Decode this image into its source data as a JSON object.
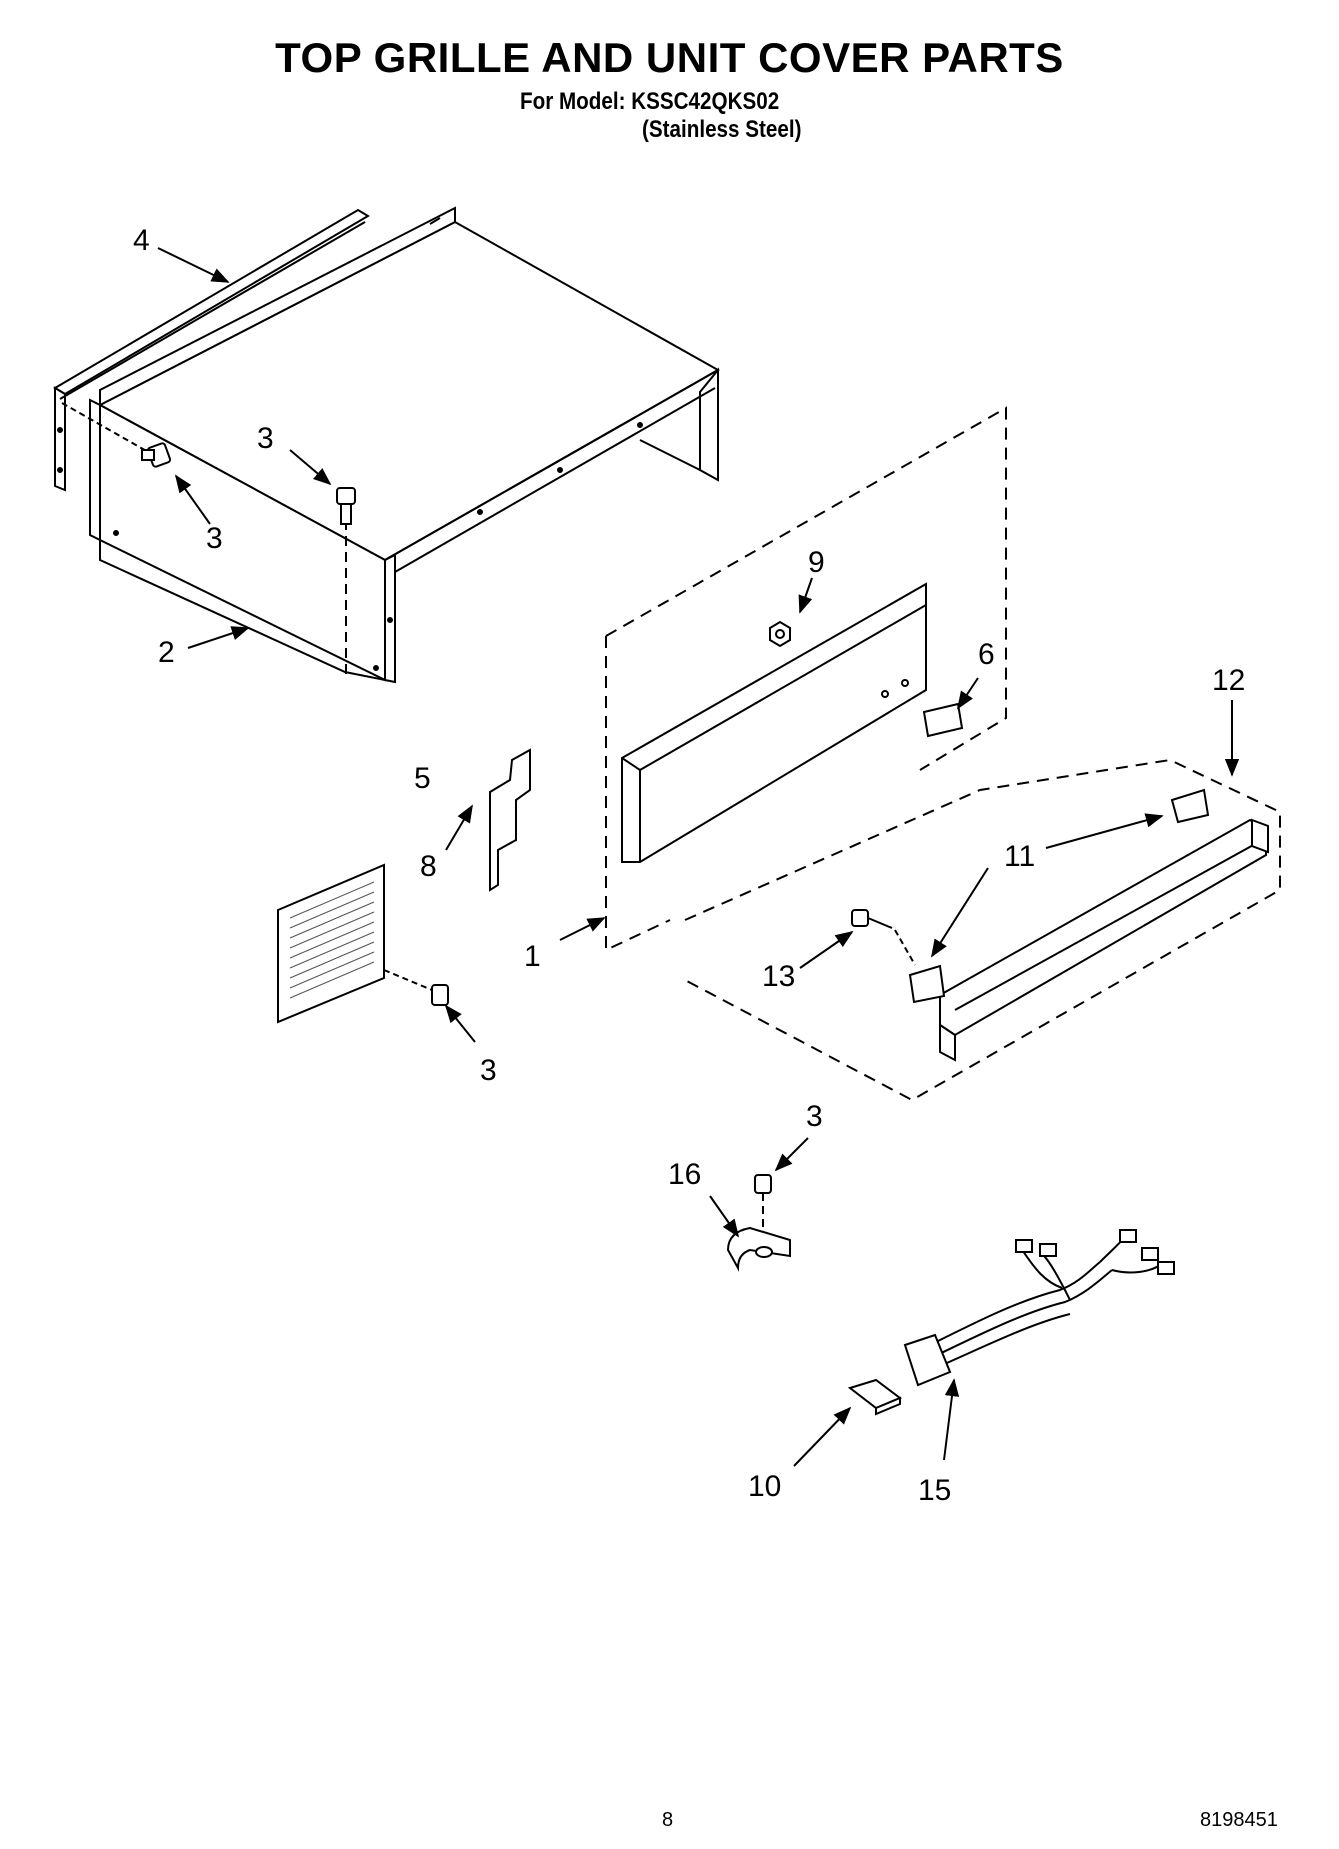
{
  "header": {
    "title": "TOP GRILLE AND UNIT COVER PARTS",
    "model_line": "For Model: KSSC42QKS02",
    "finish_line": "(Stainless Steel)"
  },
  "callouts": {
    "c4": "4",
    "c3a": "3",
    "c3b": "3",
    "c2": "2",
    "c9": "9",
    "c6": "6",
    "c12": "12",
    "c5": "5",
    "c8": "8",
    "c11": "11",
    "c1": "1",
    "c13": "13",
    "c3c": "3",
    "c3d": "3",
    "c16": "16",
    "c10": "10",
    "c15": "15"
  },
  "footer": {
    "page_number": "8",
    "doc_number": "8198451"
  }
}
